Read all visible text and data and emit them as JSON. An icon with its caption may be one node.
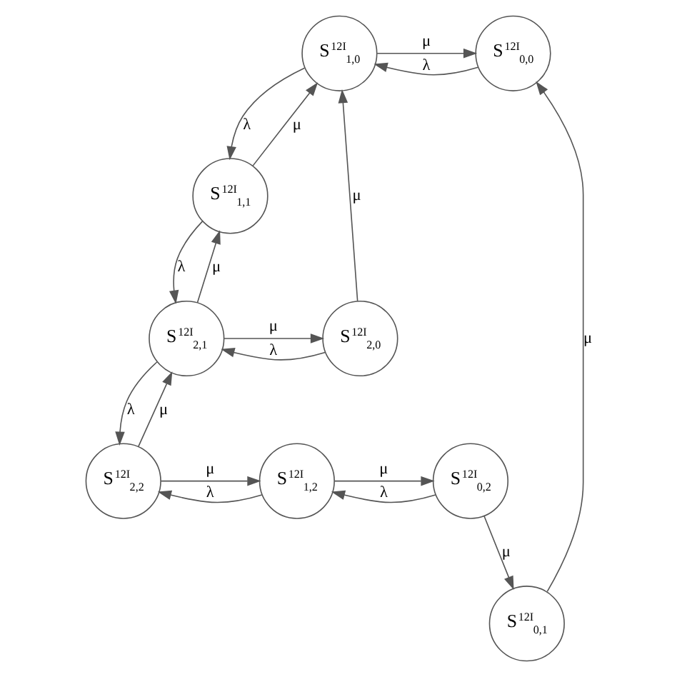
{
  "diagram": {
    "nodes": [
      {
        "text": [
          "S$^{12I}$$_{1,0}$"
        ]
      },
      {
        "text": [
          "S$^{12I}$$_{0,0}$"
        ]
      },
      {
        "text": [
          "S$^{12I}$$_{1,1}$"
        ]
      },
      {
        "text": [
          "S$^{12I}$$_{0,1}$"
        ]
      },
      {
        "text": [
          "S$^{12I}$$_{2,0}$"
        ]
      },
      {
        "text": [
          "S$^{12I}$$_{2,1}$"
        ]
      },
      {
        "text": [
          "S$^{12I}$$_{2,2}$"
        ]
      },
      {
        "text": [
          "S$^{12I}$$_{1,2}$"
        ]
      },
      {
        "text": [
          "S$^{12I}$$_{0,2}$"
        ]
      }
    ],
    "edges": [
      {
        "from": 1,
        "to": 0,
        "arrow": "to",
        "label": "λ"
      },
      {
        "from": 0,
        "to": 1,
        "arrow": "to",
        "label": "μ"
      },
      {
        "from": 0,
        "to": 2,
        "arrow": "to",
        "label": "λ"
      },
      {
        "from": 2,
        "to": 0,
        "arrow": "to",
        "label": "μ"
      },
      {
        "from": 4,
        "to": 0,
        "arrow": "to",
        "label": "μ"
      },
      {
        "from": 2,
        "to": 5,
        "arrow": "to",
        "label": "λ"
      },
      {
        "from": 5,
        "to": 2,
        "arrow": "to",
        "label": "μ"
      },
      {
        "from": 4,
        "to": 5,
        "arrow": "to",
        "label": "λ"
      },
      {
        "from": 5,
        "to": 4,
        "arrow": "to",
        "label": "μ"
      },
      {
        "from": 5,
        "to": 6,
        "arrow": "to",
        "label": "λ"
      },
      {
        "from": 6,
        "to": 5,
        "arrow": "to",
        "label": "μ"
      },
      {
        "from": 7,
        "to": 6,
        "arrow": "to",
        "label": "λ"
      },
      {
        "from": 6,
        "to": 7,
        "arrow": "to",
        "label": "μ"
      },
      {
        "from": 8,
        "to": 7,
        "arrow": "to",
        "label": "λ"
      },
      {
        "from": 7,
        "to": 8,
        "arrow": "to",
        "label": "μ"
      },
      {
        "from": 8,
        "to": 3,
        "arrow": "to",
        "label": "μ"
      },
      {
        "from": 3,
        "to": 1,
        "arrow": "to",
        "label": "μ"
      }
    ]
  }
}
